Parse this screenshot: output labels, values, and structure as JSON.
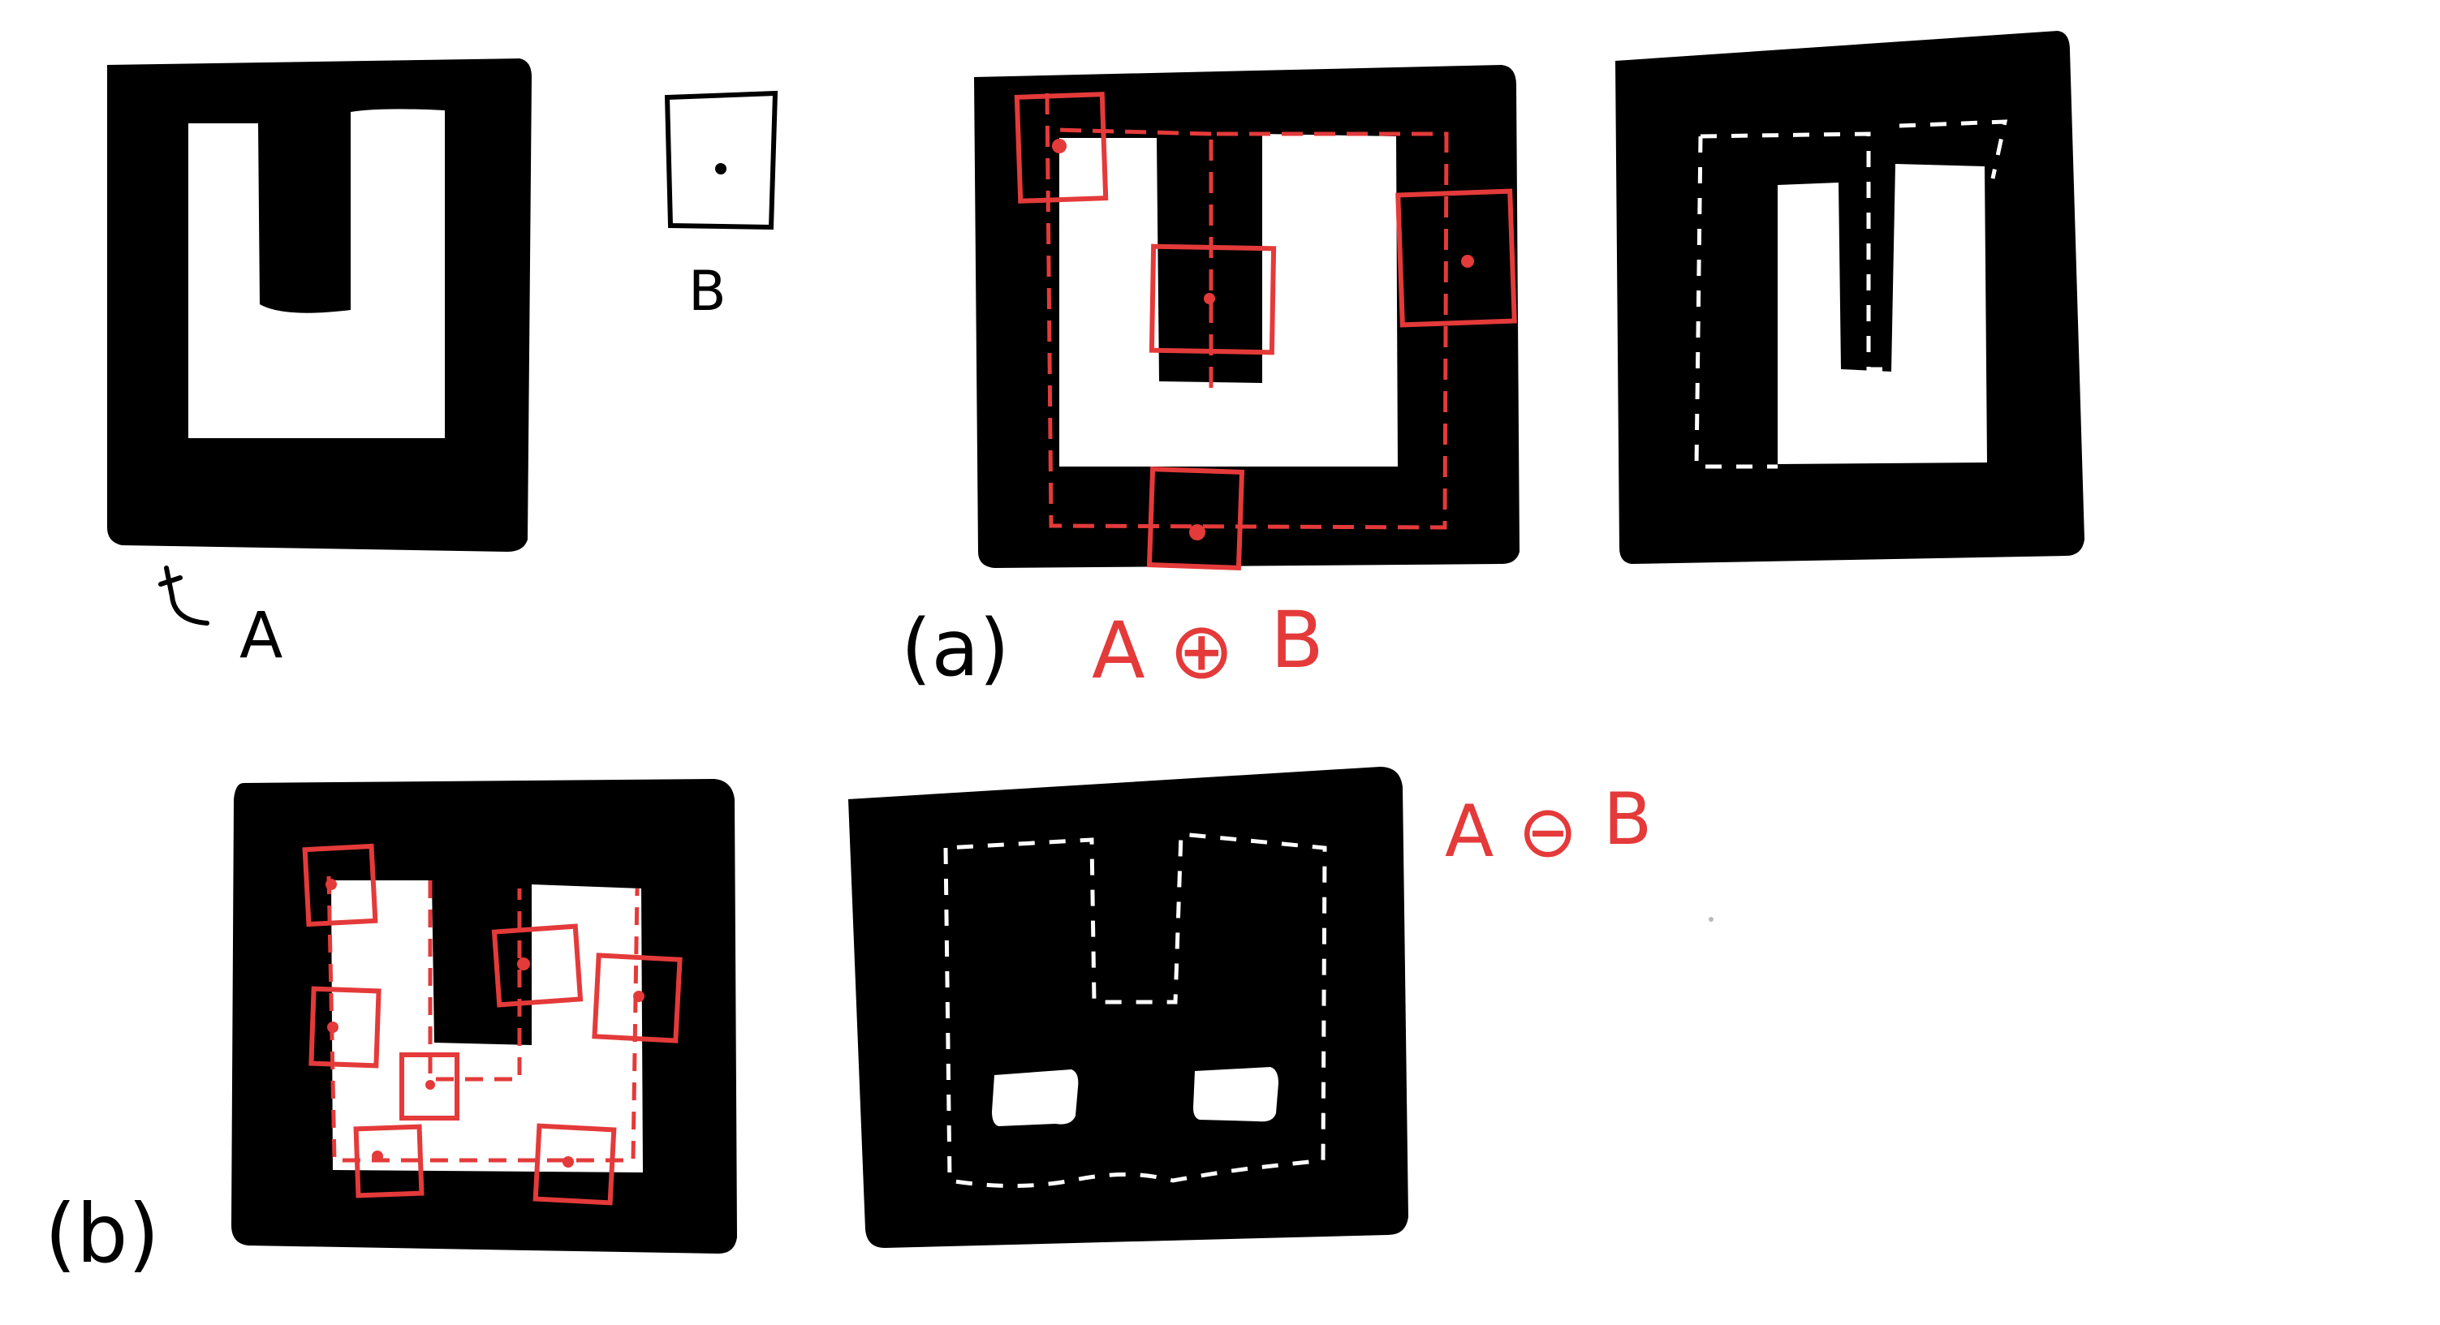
{
  "labels": {
    "a_label": "A",
    "b_label": "B",
    "panel_a_label": "(a)",
    "panel_b_label": "(b)",
    "dilation_op_a": {
      "left": "A",
      "symbol": "⊕",
      "right": "B"
    },
    "erosion_op_b": {
      "left": "A",
      "symbol": "⊖",
      "right": "B"
    }
  },
  "colors": {
    "ink": "#000000",
    "paper": "#ffffff",
    "annotation_red": "#e43a3a",
    "dash_white": "#ffffff"
  }
}
